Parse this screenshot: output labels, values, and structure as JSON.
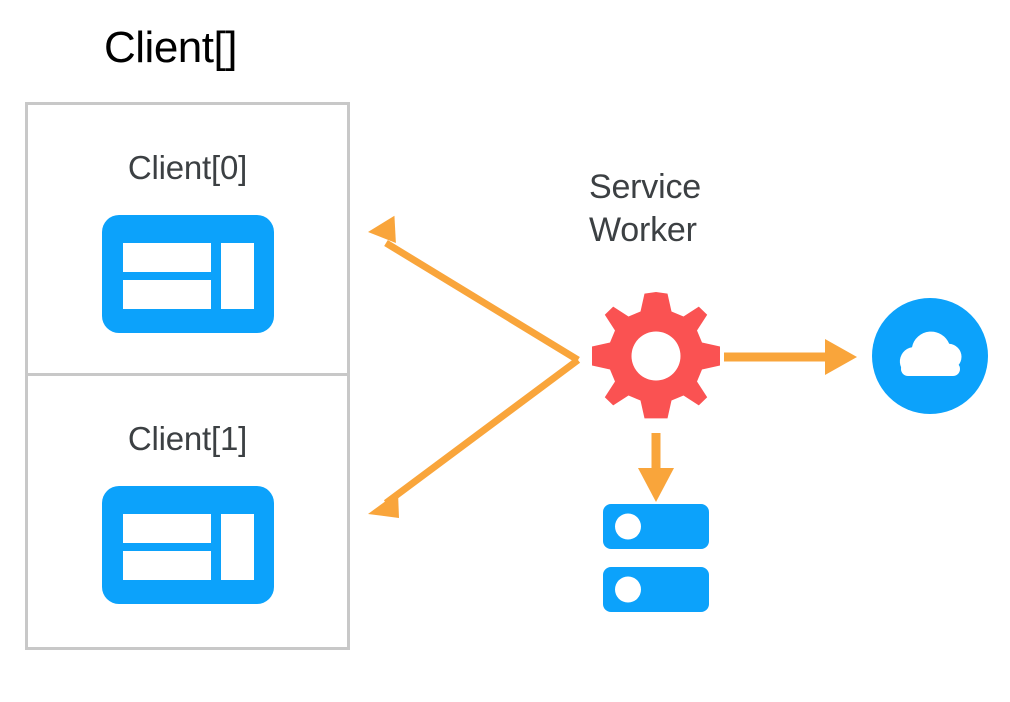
{
  "diagram": {
    "title": "Client[]",
    "background_color": "#ffffff",
    "palette": {
      "blue": "#0ca2fb",
      "red": "#fa5252",
      "orange": "#f9a53b",
      "frame_gray": "#c8c8c8",
      "text_dark": "#3c4043",
      "text_black": "#000000",
      "white": "#ffffff"
    },
    "client_array": {
      "title": "Client[]",
      "slots": [
        {
          "label": "Client[0]",
          "icon": "browser-window-icon"
        },
        {
          "label": "Client[1]",
          "icon": "browser-window-icon"
        }
      ]
    },
    "service_worker": {
      "label": "Service\nWorker",
      "label_line_1": "Service",
      "label_line_2": "Worker",
      "icon": "gear-icon"
    },
    "network": {
      "label": "",
      "icon": "cloud-icon"
    },
    "cache": {
      "label": "",
      "icon": "database-icon"
    },
    "arrows": [
      {
        "name": "service-worker-to-client-0",
        "from": "service-worker",
        "to": "client-0",
        "direction": "up-left",
        "color": "#f9a53b"
      },
      {
        "name": "service-worker-to-client-1",
        "from": "service-worker",
        "to": "client-1",
        "direction": "down-left",
        "color": "#f9a53b"
      },
      {
        "name": "service-worker-to-network",
        "from": "service-worker",
        "to": "network",
        "direction": "right",
        "color": "#f9a53b"
      },
      {
        "name": "service-worker-to-cache",
        "from": "service-worker",
        "to": "cache",
        "direction": "down",
        "color": "#f9a53b"
      }
    ]
  }
}
